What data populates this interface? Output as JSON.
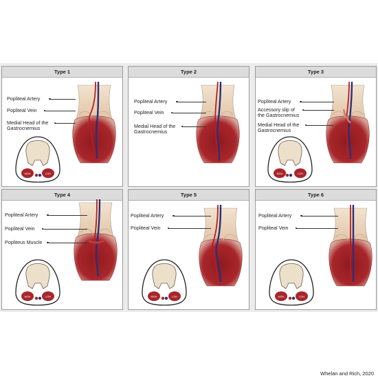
{
  "credit": "Whelan and Rich, 2020",
  "colors": {
    "muscle": "#a8262b",
    "muscle_light": "#d9a89a",
    "bone": "#ede0cb",
    "artery": "#b02020",
    "vein": "#2a2f7a",
    "header": "#dcdcdc"
  },
  "panels": [
    {
      "title": "Type 1",
      "labels": [
        {
          "lines": [
            "Popliteal Artery"
          ]
        },
        {
          "lines": [
            "Popliteal Vein"
          ]
        },
        {
          "lines": [
            "Medial Head of the",
            "Gastrocnemius"
          ]
        }
      ],
      "cross_section": {
        "left_label": "MGH",
        "right_label": "LGH"
      }
    },
    {
      "title": "Type 2",
      "labels": [
        {
          "lines": [
            "Popliteal Artery"
          ]
        },
        {
          "lines": [
            "Popliteal Vein"
          ]
        },
        {
          "lines": [
            "Medial Head of the",
            "Gastrocnemius"
          ]
        }
      ],
      "cross_section": null
    },
    {
      "title": "Type 3",
      "labels": [
        {
          "lines": [
            "Popliteal Artery"
          ]
        },
        {
          "lines": [
            "Accessory slip of",
            "the Gastrocnemius"
          ]
        },
        {
          "lines": [
            "Medial Head of the",
            "Gastrocnemius"
          ]
        }
      ],
      "cross_section": {
        "left_label": "MGH",
        "right_label": "LGH"
      }
    },
    {
      "title": "Type 4",
      "labels": [
        {
          "lines": [
            "Popliteal Artery"
          ]
        },
        {
          "lines": [
            "Popliteal Vein"
          ]
        },
        {
          "lines": [
            "Popliteus Muscle"
          ]
        }
      ],
      "cross_section": {
        "left_label": "MGH",
        "right_label": "LGH"
      }
    },
    {
      "title": "Type 5",
      "labels": [
        {
          "lines": [
            "Popliteal Artery"
          ]
        },
        {
          "lines": [
            "Popliteal Vein"
          ]
        }
      ],
      "cross_section": {
        "left_label": "MGH",
        "right_label": "LGH"
      }
    },
    {
      "title": "Type 6",
      "labels": [
        {
          "lines": [
            "Popliteal Artery"
          ]
        },
        {
          "lines": [
            "Popliteal Vein"
          ]
        }
      ],
      "cross_section": {
        "left_label": "MGH",
        "right_label": "LGH"
      }
    }
  ]
}
